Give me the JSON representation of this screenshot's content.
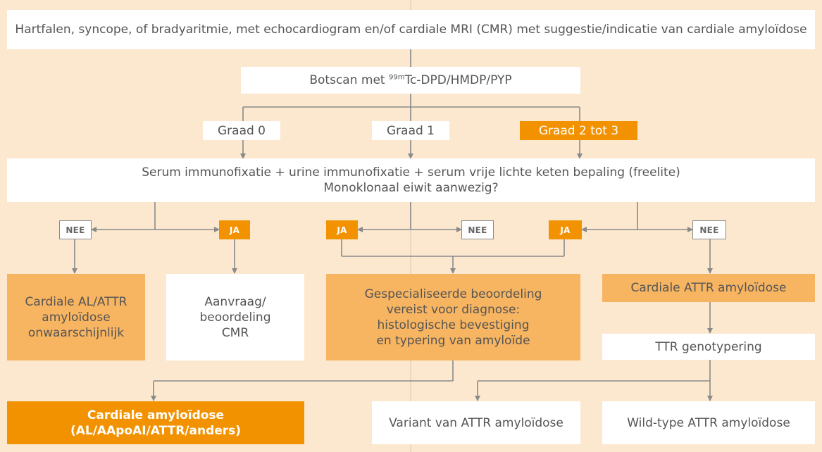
{
  "colors": {
    "background": "#fbe8cf",
    "accent_dark": "#f39200",
    "accent_light": "#f7b461",
    "box_white": "#ffffff",
    "text": "#555555",
    "line": "#8a8a8a"
  },
  "flow": {
    "top": "Hartfalen, syncope, of bradyaritmie, met echocardiogram en/of cardiale MRI (CMR) met suggestie/indicatie van cardiale amyloïdose",
    "botscan": {
      "prefix": "Botscan met ",
      "sup": "99m",
      "suffix": "Tc-DPD/HMDP/PYP"
    },
    "grades": [
      "Graad 0",
      "Graad 1",
      "Graad 2 tot 3"
    ],
    "serum": "Serum immunofixatie + urine immunofixatie + serum vrije lichte keten bepaling (freelite)\nMonoklonaal eiwit aanwezig?",
    "tags": {
      "nee": "NEE",
      "ja": "JA"
    },
    "outcomes": {
      "unlikely": "Cardiale AL/ATTR\namyloïdose\nonwaarschijnlijk",
      "cmr": "Aanvraag/\nbeoordeling\nCMR",
      "specialised": "Gespecialiseerde beoordeling\nvereist voor diagnose:\nhistologische bevestiging\nen typering van amyloïde",
      "attr": "Cardiale ATTR amyloïdose",
      "ttr": "TTR genotypering",
      "cardiac": "Cardiale amyloïdose\n(AL/AApoAI/ATTR/anders)",
      "variant": "Variant van ATTR amyloïdose",
      "wildtype": "Wild-type ATTR amyloïdose"
    }
  }
}
